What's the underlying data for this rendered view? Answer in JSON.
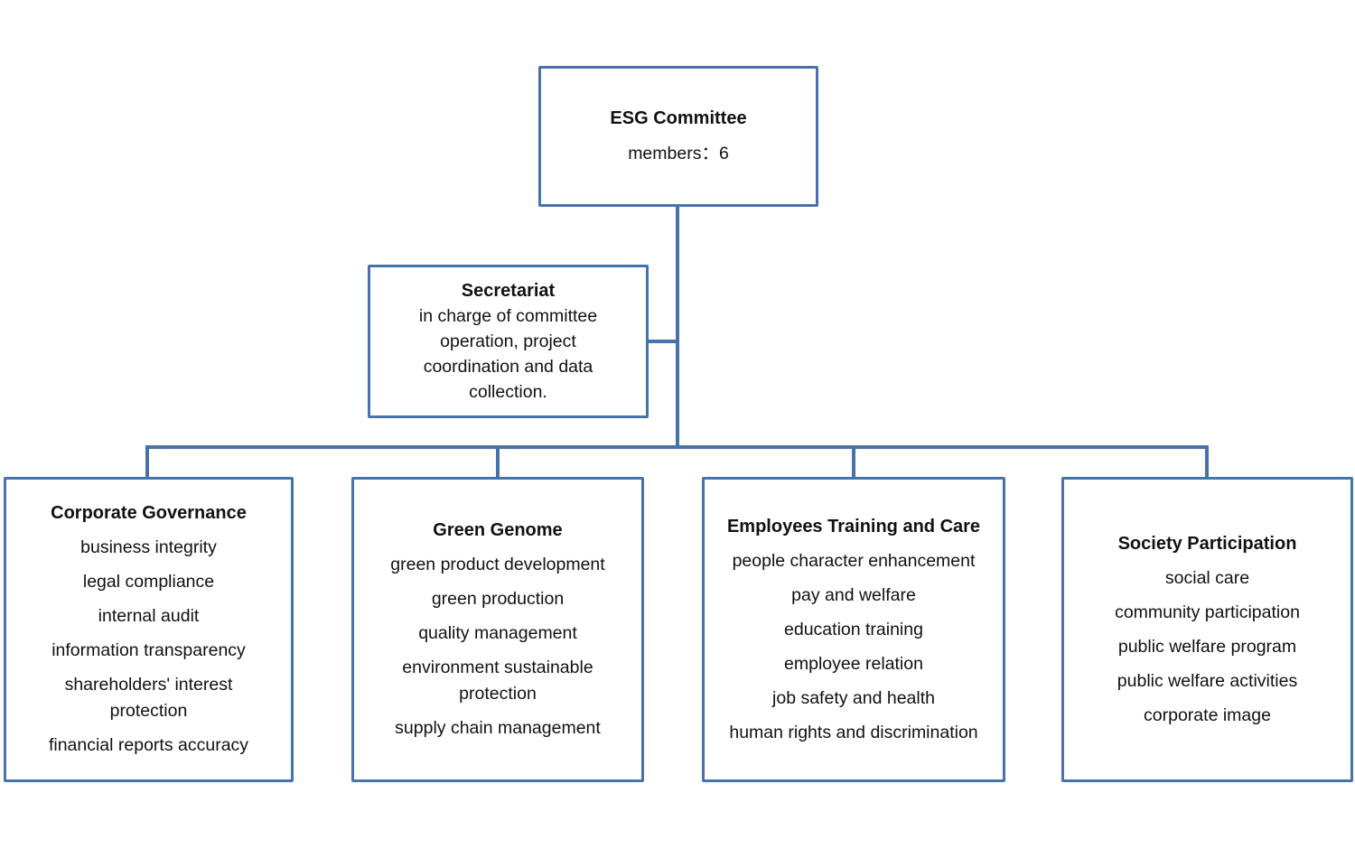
{
  "page": {
    "background": "#ffffff",
    "accent_color": "#4673a9",
    "text_color": "#111111"
  },
  "org_chart": {
    "root": {
      "title": "ESG Committee",
      "subtitle": "members：6"
    },
    "secretariat": {
      "title": "Secretariat",
      "description": "in charge of committee\noperation, project\ncoordination and data\ncollection."
    },
    "departments": [
      {
        "title": "Corporate Governance",
        "items": [
          "business integrity",
          "legal compliance",
          "internal audit",
          "information transparency",
          "shareholders' interest\nprotection",
          "financial reports accuracy"
        ]
      },
      {
        "title": "Green Genome",
        "items": [
          "green product development",
          "green production",
          "quality management",
          "environment  sustainable\nprotection",
          "supply chain management"
        ]
      },
      {
        "title": "Employees Training and Care",
        "items": [
          "people character enhancement",
          "pay and welfare",
          "education training",
          "employee relation",
          "job safety and health",
          "human rights and discrimination"
        ]
      },
      {
        "title": "Society Participation",
        "items": [
          "social care",
          "community participation",
          "public welfare program",
          "public welfare activities",
          "corporate image"
        ]
      }
    ]
  }
}
